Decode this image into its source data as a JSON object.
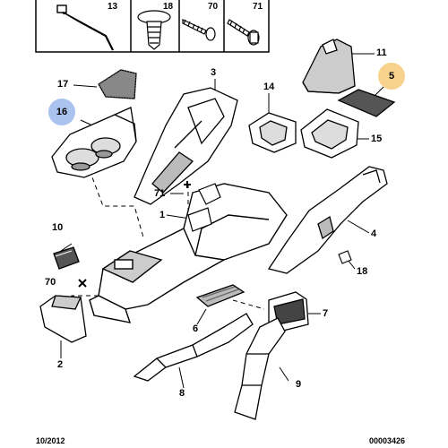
{
  "header_parts": [
    {
      "num": "13",
      "icon": "cable-tie-icon"
    },
    {
      "num": "18",
      "icon": "push-clip-icon"
    },
    {
      "num": "70",
      "icon": "screw-icon"
    },
    {
      "num": "71",
      "icon": "bolt-icon"
    }
  ],
  "callouts": {
    "p1": "1",
    "p2": "2",
    "p3": "3",
    "p4": "4",
    "p5": "5",
    "p6": "6",
    "p7": "7",
    "p8": "8",
    "p9": "9",
    "p10": "10",
    "p11": "11",
    "p14": "14",
    "p15": "15",
    "p16": "16",
    "p17": "17",
    "p18": "18",
    "p70": "70",
    "p71": "71"
  },
  "highlights": {
    "p5_color": "#f6d28c",
    "p16_color": "#a9c2ee"
  },
  "footer": {
    "date": "10/2012",
    "ref": "00003426"
  }
}
